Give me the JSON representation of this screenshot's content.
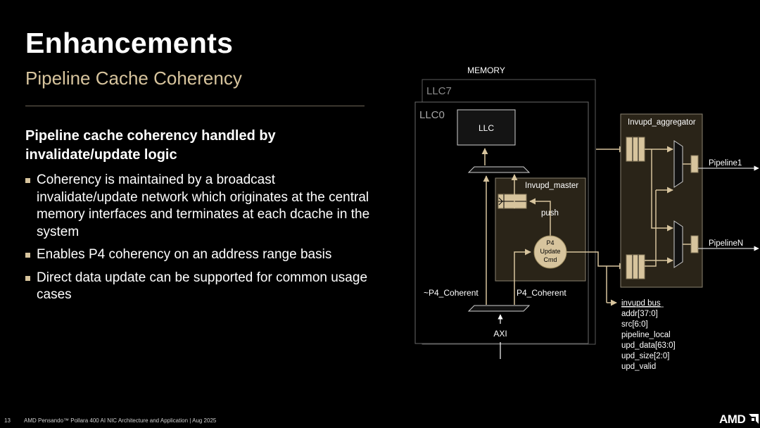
{
  "slide": {
    "title": "Enhancements",
    "subtitle": "Pipeline Cache Coherency",
    "heading": "Pipeline cache coherency handled by invalidate/update logic",
    "bullets": [
      "Coherency is maintained by a broadcast invalidate/update network which originates at the central memory interfaces and terminates at each dcache in the system",
      "Enables P4 coherency on an address range basis",
      "Direct data update can be supported for common usage cases"
    ],
    "accent_color": "#d7c49d"
  },
  "diagram": {
    "memory_label": "MEMORY",
    "llc7_label": "LLC7",
    "llc0_label": "LLC0",
    "llc_label": "LLC",
    "invupd_master_label": "Invupd_master",
    "push_label": "push",
    "p4_update_cmd": [
      "P4",
      "Update",
      "Cmd"
    ],
    "not_p4_coherent_label": "~P4_Coherent",
    "p4_coherent_label": "P4_Coherent",
    "axi_label": "AXI",
    "aggregator_label": "Invupd_aggregator",
    "pipeline1_label": "Pipeline1",
    "pipelinen_label": "PipelineN",
    "bus_title": "invupd bus",
    "bus_signals": [
      "addr[37:0]",
      "src[6:0]",
      "pipeline_local",
      "upd_data[63:0]",
      "upd_size[2:0]",
      "upd_valid"
    ]
  },
  "footer": {
    "page_number": "13",
    "text": "AMD Pensando™ Pollara 400 AI NIC Architecture and Application  |  Aug 2025",
    "logo_text": "AMD",
    "logo_icon": "amd-arrow-icon"
  }
}
